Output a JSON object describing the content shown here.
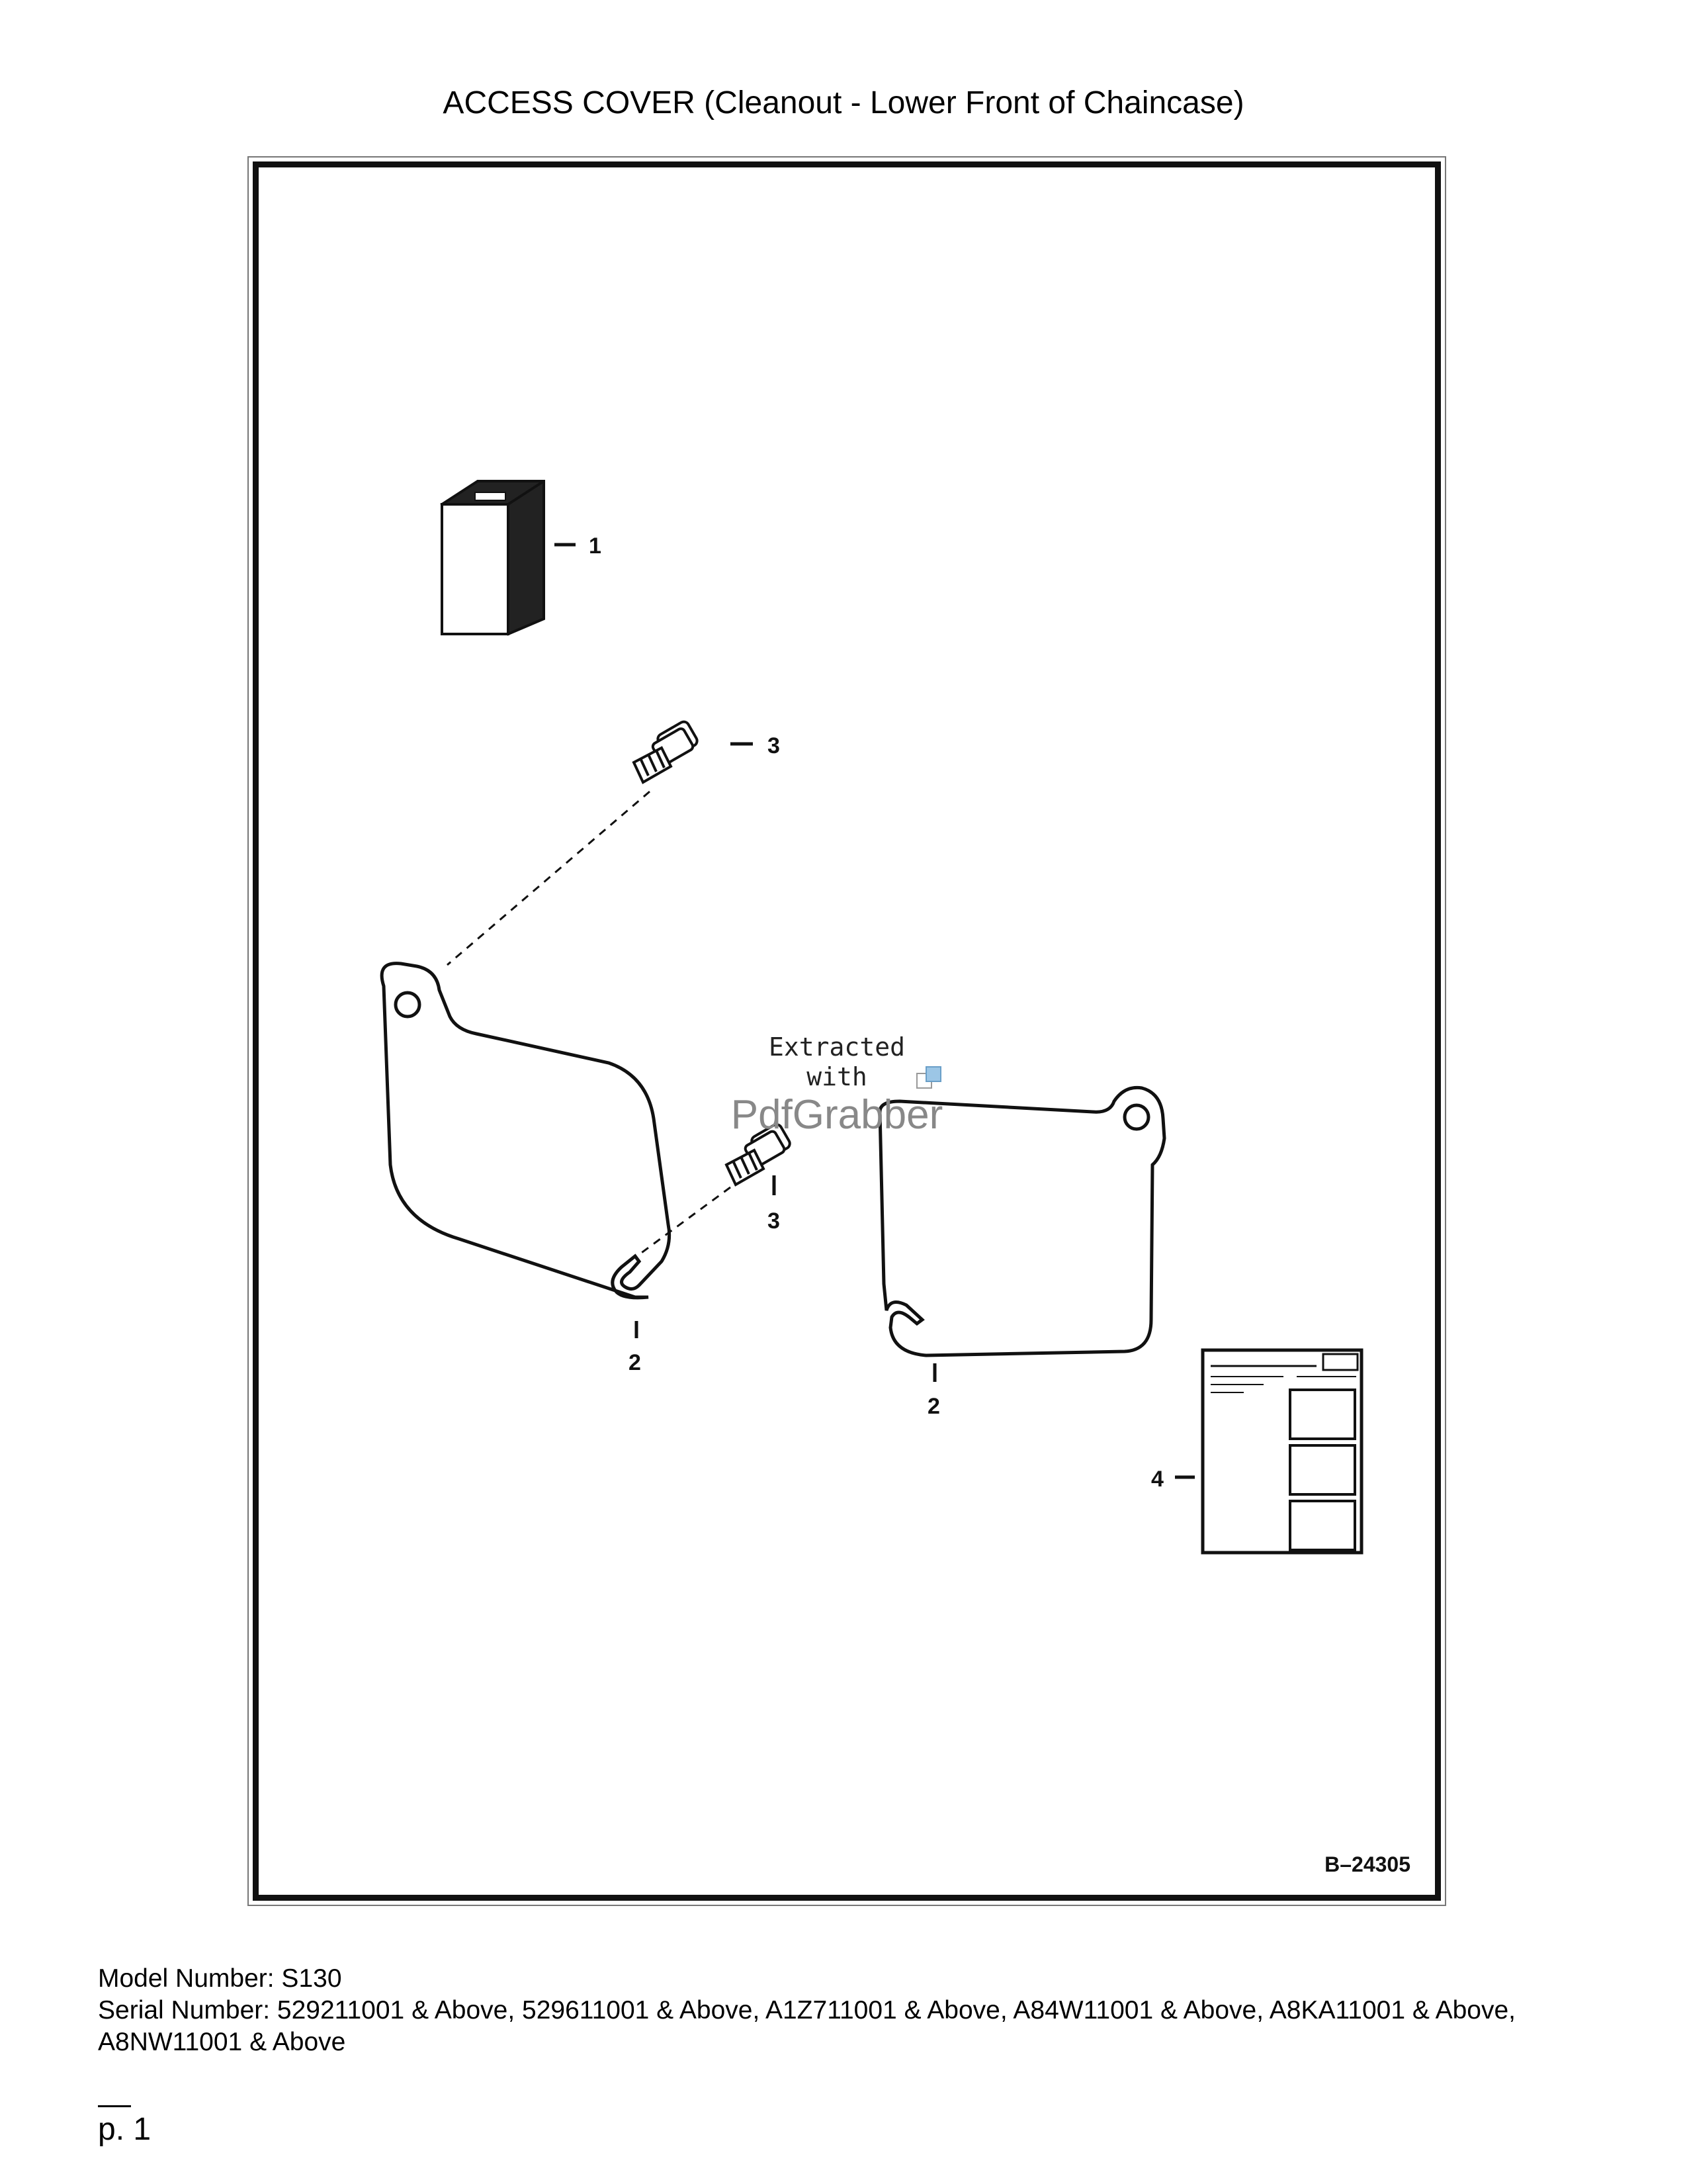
{
  "page": {
    "title": "ACCESS COVER (Cleanout - Lower Front of Chaincase)"
  },
  "diagram": {
    "figure_code": "B–24305",
    "callouts": {
      "c1": "1",
      "c2a": "2",
      "c2b": "2",
      "c3a": "3",
      "c3b": "3",
      "c4": "4"
    },
    "watermark": {
      "line1": "Extracted",
      "line2": "with",
      "brand": "PdfGrabber"
    }
  },
  "footer": {
    "model_line": "Model Number: S130",
    "serial_line": "Serial Number: 529211001 & Above, 529611001 & Above, A1Z711001 & Above, A84W11001 & Above, A8KA11001 & Above, A8NW11001 & Above",
    "page_label": "p. 1"
  }
}
